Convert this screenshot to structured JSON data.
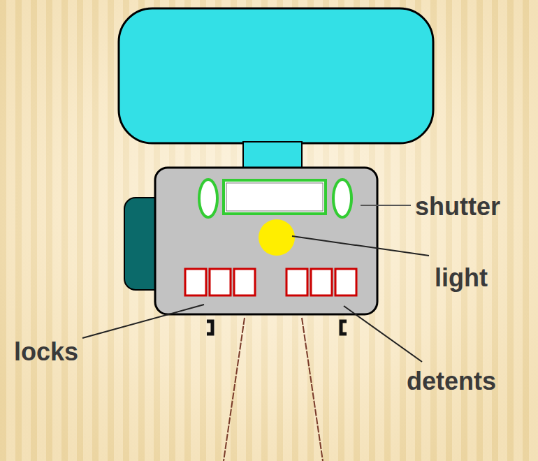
{
  "diagram": {
    "labels": [
      "shutter",
      "light",
      "locks",
      "detents"
    ]
  }
}
